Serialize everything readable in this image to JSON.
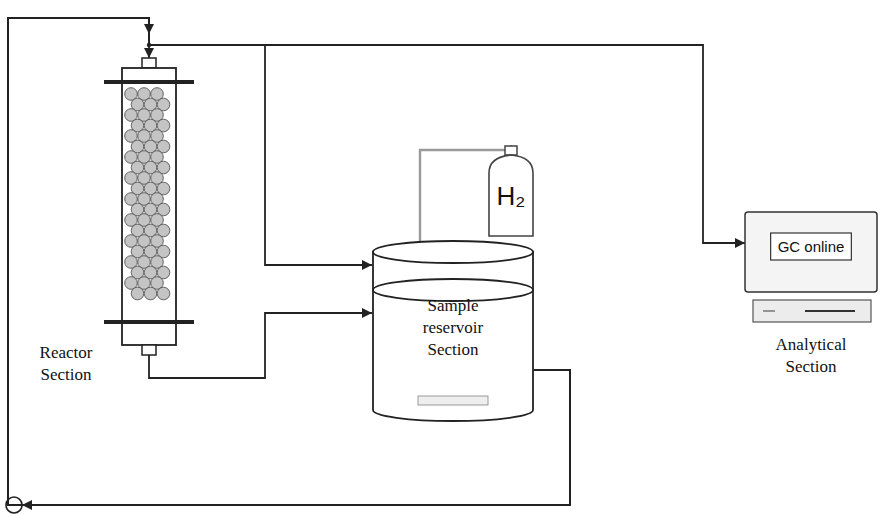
{
  "diagram": {
    "nodes": [
      {
        "text": [
          "Reactor Section"
        ]
      },
      {
        "text": [
          "Sample reservoir Section"
        ]
      },
      {
        "text": [
          "H₂"
        ]
      },
      {
        "text": [
          "GC online",
          "Analytical Section"
        ]
      }
    ],
    "edges": [
      {
        "from": 1,
        "to": 0,
        "arrow": "to"
      },
      {
        "from": 1,
        "to": 1,
        "arrow": "to"
      },
      {
        "from": 1,
        "to": 3,
        "arrow": "to"
      },
      {
        "from": 0,
        "to": 1,
        "arrow": "to"
      },
      {
        "from": 2,
        "to": 1,
        "arrow": "to"
      }
    ]
  }
}
